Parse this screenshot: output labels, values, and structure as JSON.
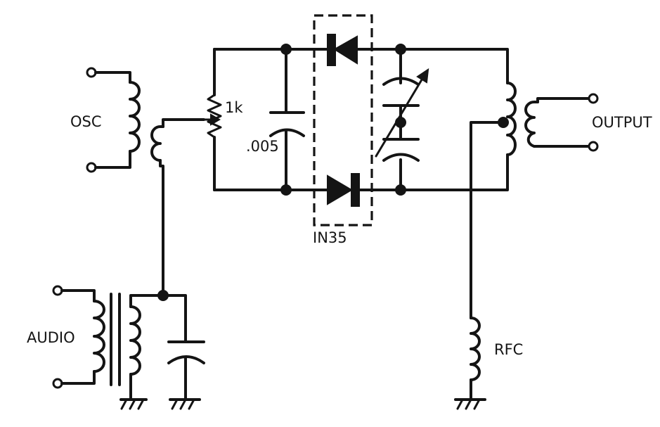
{
  "labels": {
    "osc": "OSC",
    "audio": "AUDIO",
    "output": "OUTPUT",
    "rfc": "RFC",
    "pot_value": "1k",
    "cap_value": ".005",
    "diode_part": "IN35"
  },
  "colors": {
    "ink": "#141414",
    "paper": "#ffffff"
  }
}
